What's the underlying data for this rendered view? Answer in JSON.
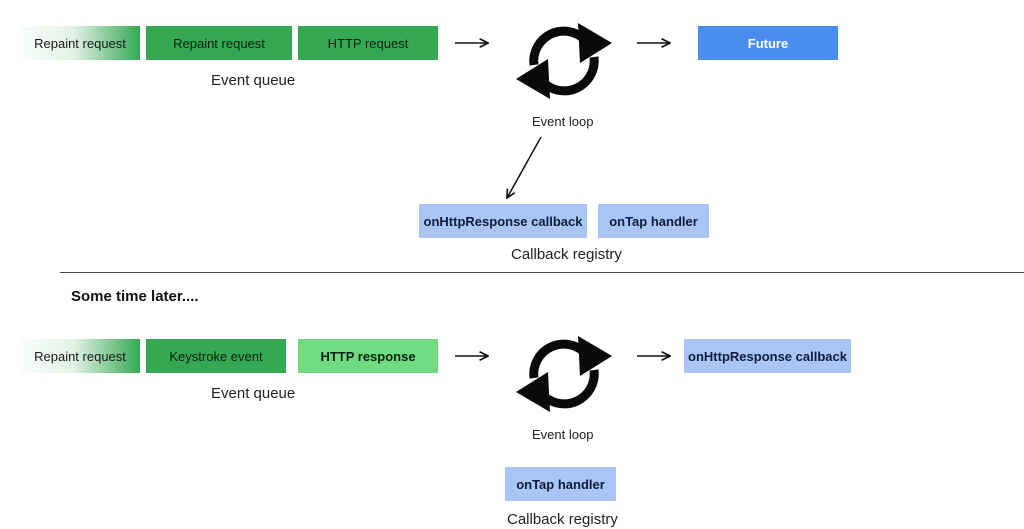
{
  "top": {
    "queue": [
      "Repaint request",
      "Repaint request",
      "HTTP request"
    ],
    "queue_label": "Event queue",
    "loop_label": "Event loop",
    "future_label": "Future",
    "registry": [
      "onHttpResponse callback",
      "onTap handler"
    ],
    "registry_label": "Callback registry"
  },
  "separator_text": "Some time later....",
  "bottom": {
    "queue": [
      "Repaint request",
      "Keystroke event",
      "HTTP response"
    ],
    "queue_label": "Event queue",
    "loop_label": "Event loop",
    "output_label": "onHttpResponse callback",
    "registry": [
      "onTap handler"
    ],
    "registry_label": "Callback registry"
  },
  "colors": {
    "queue_green": "#34a853",
    "queue_highlight": "#6fdc82",
    "future_blue": "#4a8cf0",
    "registry_blue": "#a9c5f5"
  },
  "icons": [
    "arrow-right-icon",
    "event-loop-cycle-icon",
    "arrow-down-left-icon"
  ]
}
